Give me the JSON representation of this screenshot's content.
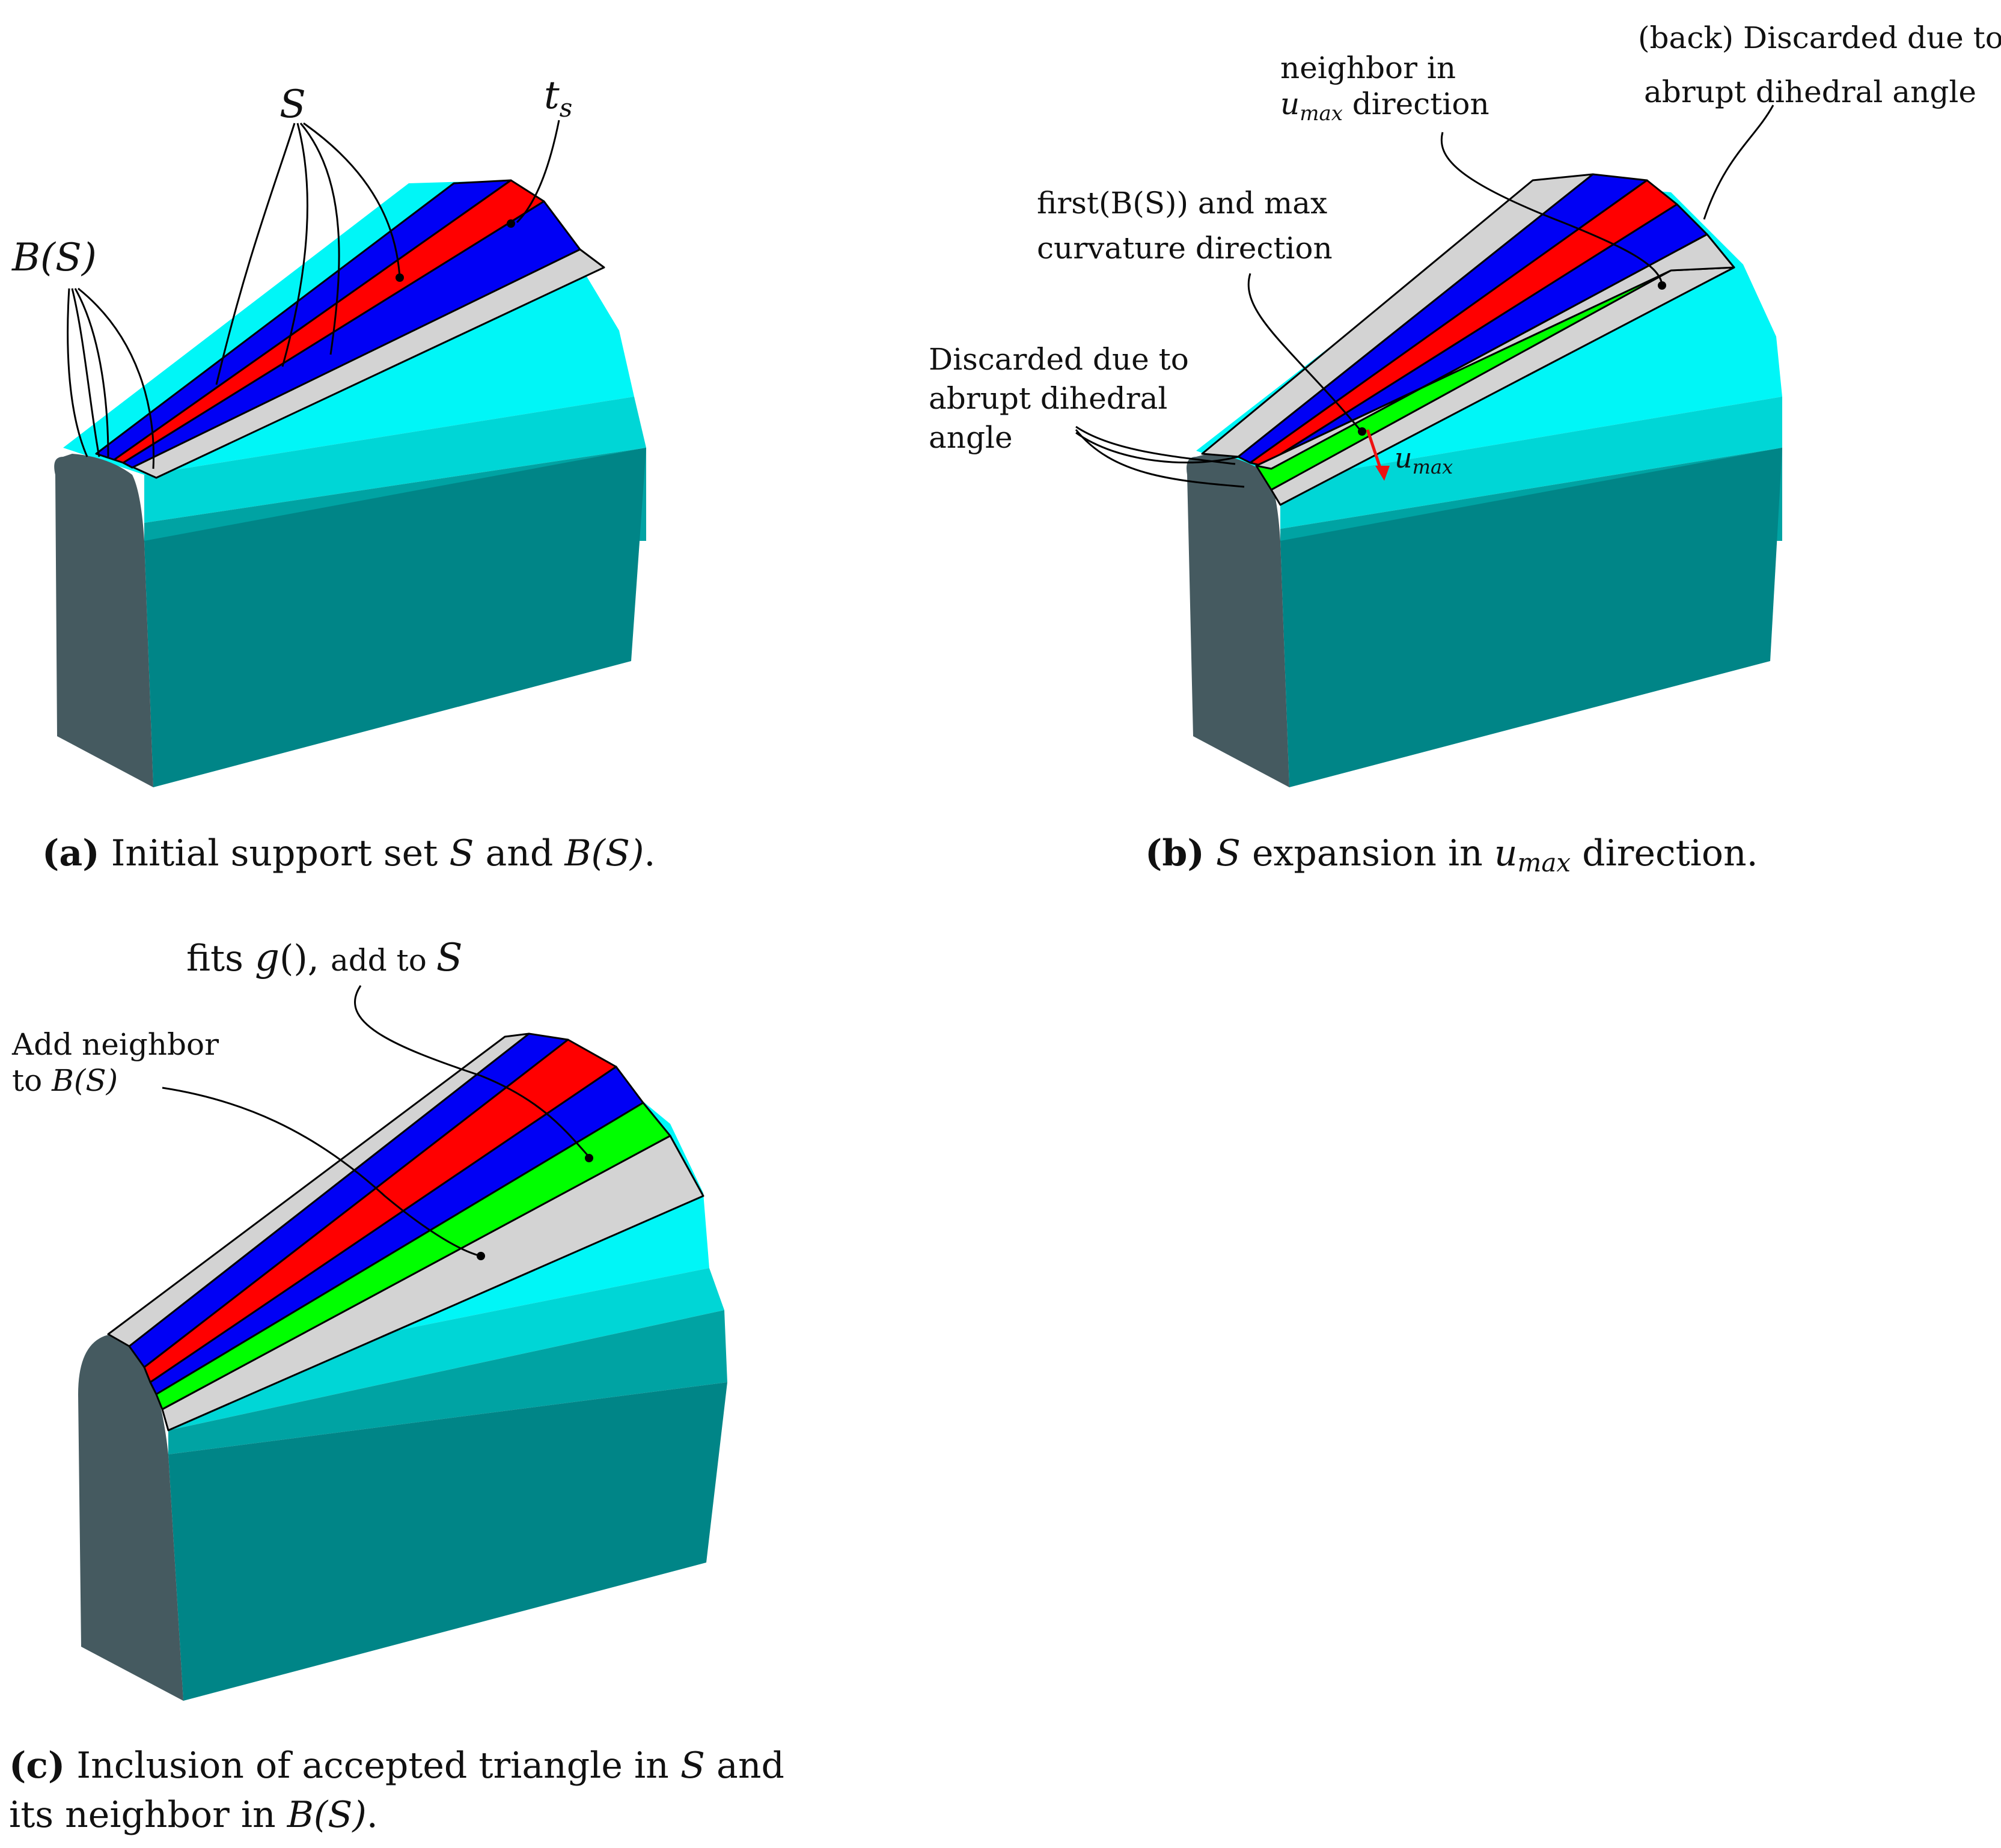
{
  "panels": [
    {
      "id": "a",
      "caption": {
        "label": "(a)",
        "parts": [
          " Initial support set ",
          "S",
          " and ",
          "B(S)",
          "."
        ]
      },
      "labels": {
        "S": "S",
        "ts": "t",
        "ts_sub": "s",
        "BS": "B(S)"
      }
    },
    {
      "id": "b",
      "caption": {
        "label": "(b)",
        "parts": [
          " ",
          "S",
          " expansion in ",
          "u",
          "max",
          " direction."
        ]
      },
      "labels": {
        "neighbor_line1": "neighbor in",
        "neighbor_line2_sym": "u",
        "neighbor_line2_sub": "max",
        "neighbor_line2_rest": " direction",
        "back_line1": "(back) Discarded due to",
        "back_line2": "abrupt dihedral angle",
        "first_line1": "first(B(S)) and max",
        "first_line2": "curvature direction",
        "disc_line1": "Discarded due to",
        "disc_line2": "abrupt dihedral",
        "disc_line3": "angle",
        "umax_sym": "u",
        "umax_sub": "max"
      }
    },
    {
      "id": "c",
      "caption": {
        "label": "(c)",
        "line1": " Inclusion of accepted triangle in ",
        "line1_sym": "S",
        "line1_end": " and",
        "line2": "its neighbor in ",
        "line2_sym": "B(S)",
        "line2_end": "."
      },
      "labels": {
        "fits_a": "fits ",
        "fits_g": "g",
        "fits_b": "(), ",
        "fits_c": "add to ",
        "fits_S": "S",
        "add_line1": "Add neighbor",
        "add_line2": "to ",
        "add_line2_sym": "B(S)"
      }
    }
  ],
  "colors": {
    "cyan_light": "#00f6f7",
    "cyan_mid": "#00d6d6",
    "teal": "#00a3a3",
    "teal_dark": "#008587",
    "end_cap": "#455a60",
    "gray": "#d3d3d3",
    "blue": "#0000f5",
    "red": "#ff0000",
    "green": "#00ff00",
    "arrow": "#ee1111"
  }
}
